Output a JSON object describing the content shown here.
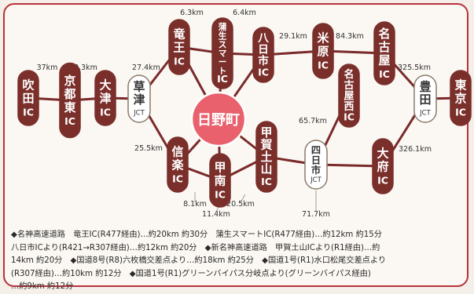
{
  "center": {
    "label": "日野町",
    "color": "#e8616d"
  },
  "colors": {
    "road": "#7a2a2a",
    "ic_fill": "#7a2f2a",
    "jct_fill": "#ffffff",
    "text_dark": "#333333"
  },
  "nodes": [
    {
      "id": "suita",
      "label": "吹田IC",
      "type": "ic"
    },
    {
      "id": "kyotohigashi",
      "label": "京都東IC",
      "type": "ic"
    },
    {
      "id": "otsu",
      "label": "大津IC",
      "type": "ic"
    },
    {
      "id": "kusatsu",
      "label": "草津",
      "sub": "JCT",
      "type": "jct"
    },
    {
      "id": "ryuo",
      "label": "竜王IC",
      "type": "ic"
    },
    {
      "id": "gamo",
      "label": "蒲生スマートIC",
      "type": "ic"
    },
    {
      "id": "yokaichi",
      "label": "八日市IC",
      "type": "ic"
    },
    {
      "id": "maibara",
      "label": "米原IC",
      "type": "ic"
    },
    {
      "id": "nagoya",
      "label": "名古屋IC",
      "type": "ic"
    },
    {
      "id": "toyota",
      "label": "豊田",
      "sub": "JCT",
      "type": "jct"
    },
    {
      "id": "tokyo",
      "label": "東京IC",
      "type": "ic"
    },
    {
      "id": "shigaraki",
      "label": "信楽IC",
      "type": "ic"
    },
    {
      "id": "konan",
      "label": "甲南IC",
      "type": "ic"
    },
    {
      "id": "kokatsuchiyama",
      "label": "甲賀土山IC",
      "type": "ic"
    },
    {
      "id": "yokkaichi",
      "label": "四日市",
      "sub": "JCT",
      "type": "jct"
    },
    {
      "id": "nagoyanishi",
      "label": "名古屋西IC",
      "type": "ic"
    },
    {
      "id": "obu",
      "label": "大府IC",
      "type": "ic"
    }
  ],
  "distances": [
    {
      "text": "37km"
    },
    {
      "text": "3.3km"
    },
    {
      "text": "27.4km"
    },
    {
      "text": "6.3km"
    },
    {
      "text": "6.4km"
    },
    {
      "text": "29.1km"
    },
    {
      "text": "84.3km"
    },
    {
      "text": "325.5km"
    },
    {
      "text": "25.5km"
    },
    {
      "text": "65.7km"
    },
    {
      "text": "326.1km"
    },
    {
      "text": "8.1km"
    },
    {
      "text": "11.4km"
    },
    {
      "text": "20.5km"
    },
    {
      "text": "71.7km"
    }
  ],
  "notes": [
    "◆名神高速道路　竜王IC(R477経由)…約20km 約30分　蒲生スマートIC(R477経由)…約12km 約15分",
    "八日市ICより(R421→R307経由)…約12km 約20分　◆新名神高速道路　甲賀土山ICより(R1経由)…約",
    "14km 約20分　◆国道8号(R8)六枚橋交差点より…約18km 約25分　◆国道1号(R1)水口松尾交差点より",
    "(R307経由)…約10km 約12分　◆国道1号(R1)グリーンバイパス分岐点より(グリーンバイパス経由)",
    "…約9km 約12分"
  ]
}
